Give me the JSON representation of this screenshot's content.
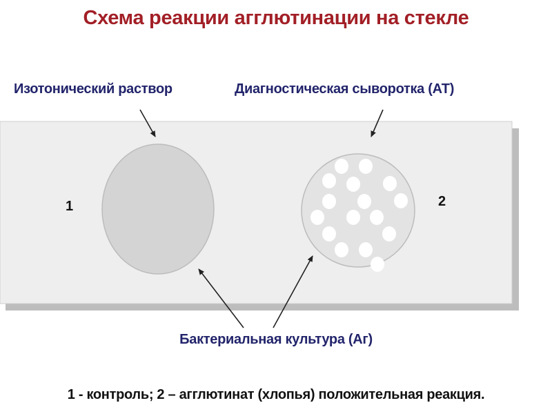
{
  "title": "Схема реакции агглютинации на стекле",
  "labels": {
    "isotonic_solution": "Изотонический раствор",
    "diagnostic_serum": "Диагностическая сыворотка (АТ)",
    "bacterial_culture": "Бактериальная культура (Аг)"
  },
  "drops": {
    "control_number": "1",
    "test_number": "2"
  },
  "caption": "1 - контроль; 2 – агглютинат (хлопья) положительная реакция.",
  "colors": {
    "title": "#a21f26",
    "labels": "#22246b",
    "slide": "#eeeeee",
    "slide_shadow": "#bdbdbd",
    "control_drop": "#d4d4d4",
    "test_drop": "#e3e3e3",
    "flakes": "#ffffff"
  }
}
